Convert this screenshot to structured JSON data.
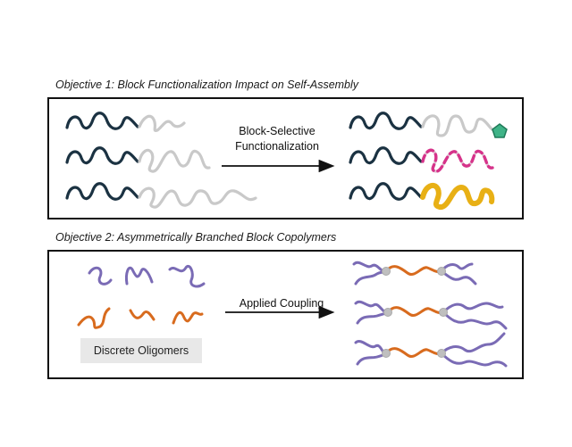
{
  "objective1": {
    "heading": "Objective 1: Block Functionalization Impact on Self-Assembly",
    "arrow_label_line1": "Block-Selective",
    "arrow_label_line2": "Functionalization"
  },
  "objective2": {
    "heading": "Objective 2: Asymmetrically Branched Block Copolymers",
    "arrow_label": "Applied Coupling",
    "oligomer_label": "Discrete Oligomers"
  },
  "colors": {
    "dark_block": "#1b3242",
    "gray_block": "#c9c9c9",
    "pink_dashes": "#d6338a",
    "gold_block": "#e8b015",
    "green_pentagon": "#3fb387",
    "purple": "#7a6bb5",
    "orange": "#d86b1e",
    "junction": "#bfbfbf"
  }
}
